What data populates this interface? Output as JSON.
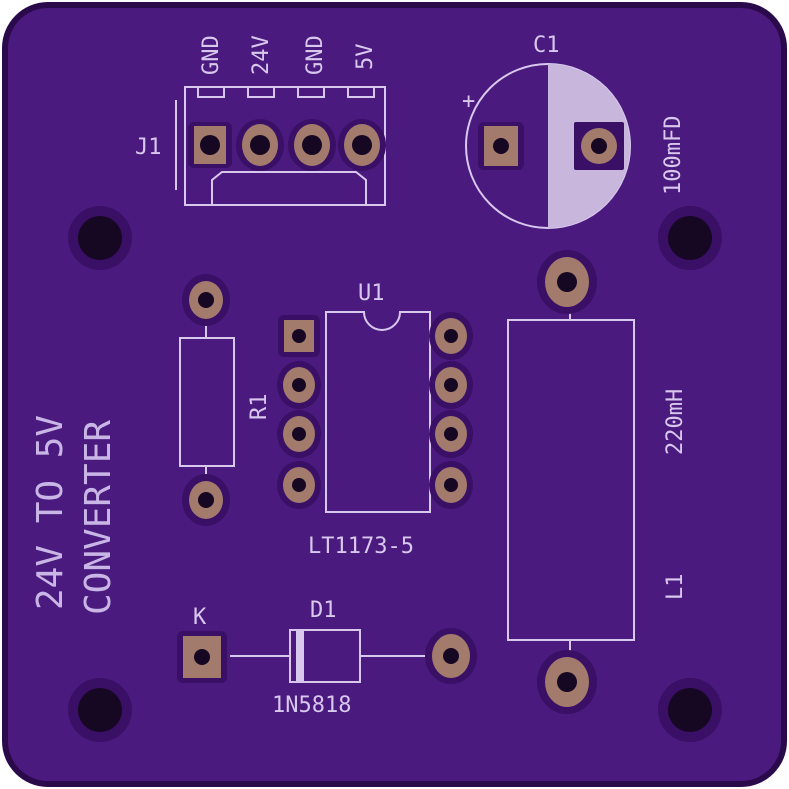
{
  "colors": {
    "board": "#4a1a7e",
    "board_edge": "#2a0a4a",
    "silk": "#d9c8ee",
    "pad": "#a37b6d",
    "pad_mask": "#3a0f66",
    "hole": "#160722"
  },
  "board": {
    "title_line1": "24V TO 5V",
    "title_line2": "CONVERTER"
  },
  "j1": {
    "ref": "J1",
    "pins": [
      "GND",
      "24V",
      "GND",
      "5V"
    ]
  },
  "c1": {
    "ref": "C1",
    "value": "100mFD",
    "polarity": "+"
  },
  "u1": {
    "ref": "U1",
    "value": "LT1173-5"
  },
  "r1": {
    "ref": "R1"
  },
  "l1": {
    "ref": "L1",
    "value": "220mH"
  },
  "d1": {
    "ref": "D1",
    "value": "1N5818",
    "cathode_label": "K"
  }
}
